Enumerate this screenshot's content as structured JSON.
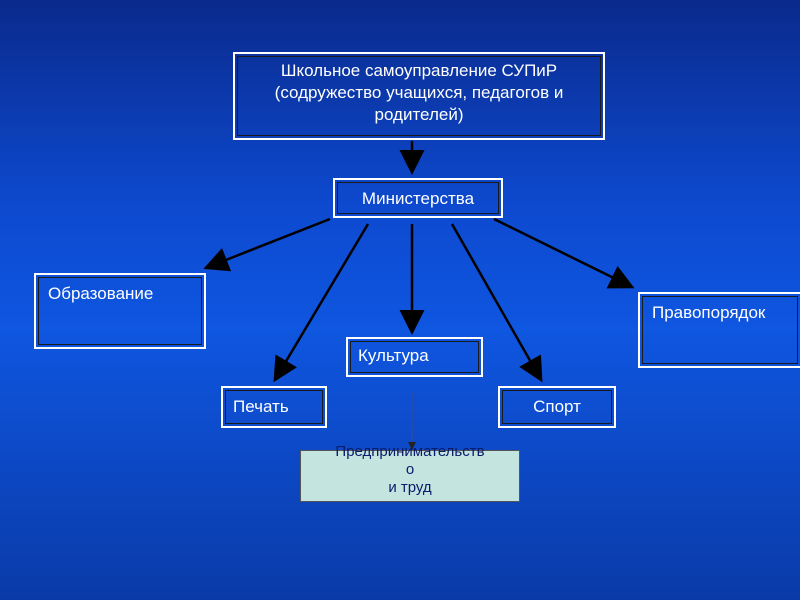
{
  "nodes": {
    "root": "Школьное самоуправление СУПиР (содружество учащихся, педагогов и родителей)",
    "ministries": "Министерства",
    "education": "Образование",
    "law_order": "Правопорядок",
    "culture": "Культура",
    "press": "Печать",
    "sport": "Спорт",
    "enterprise_line1": "Предпринимательств",
    "enterprise_line2": "о",
    "enterprise_line3": "и труд"
  },
  "colors": {
    "background": "#0d4ad0",
    "box_border": "#ffffff",
    "arrow": "#000000",
    "enterprise_fill": "#c4e4df"
  }
}
